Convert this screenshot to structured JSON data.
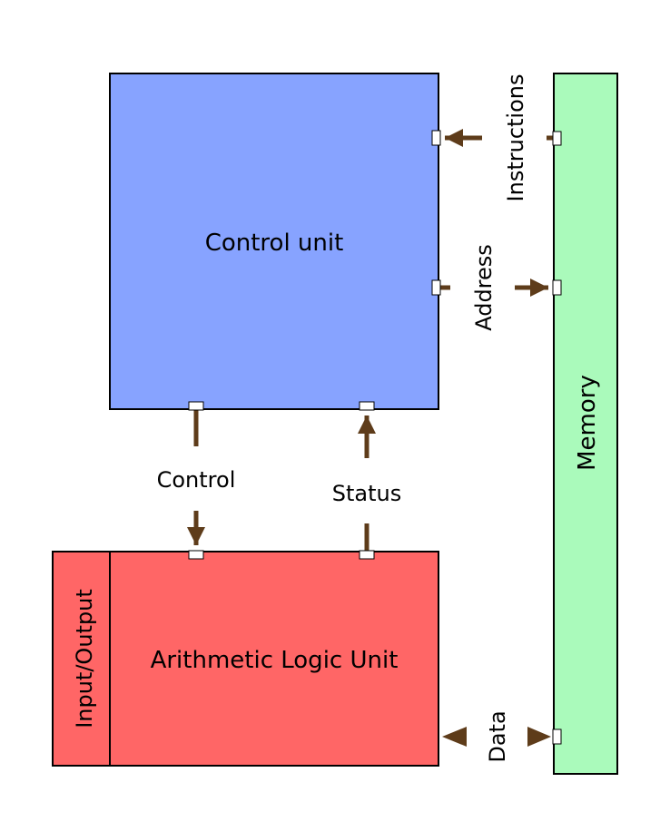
{
  "blocks": {
    "control_unit": {
      "label": "Control unit",
      "color": "#87A3FF"
    },
    "alu": {
      "label": "Arithmetic Logic Unit",
      "color": "#FF6666"
    },
    "io": {
      "label": "Input/Output",
      "color": "#FF6666"
    },
    "memory": {
      "label": "Memory",
      "color": "#AAFABB"
    }
  },
  "connections": {
    "instructions": {
      "label": "Instructions"
    },
    "address": {
      "label": "Address"
    },
    "control": {
      "label": "Control"
    },
    "status": {
      "label": "Status"
    },
    "data": {
      "label": "Data"
    }
  },
  "colors": {
    "arrow": "#5E3C1A",
    "outline": "#000000",
    "port": "#FFFFFF"
  }
}
